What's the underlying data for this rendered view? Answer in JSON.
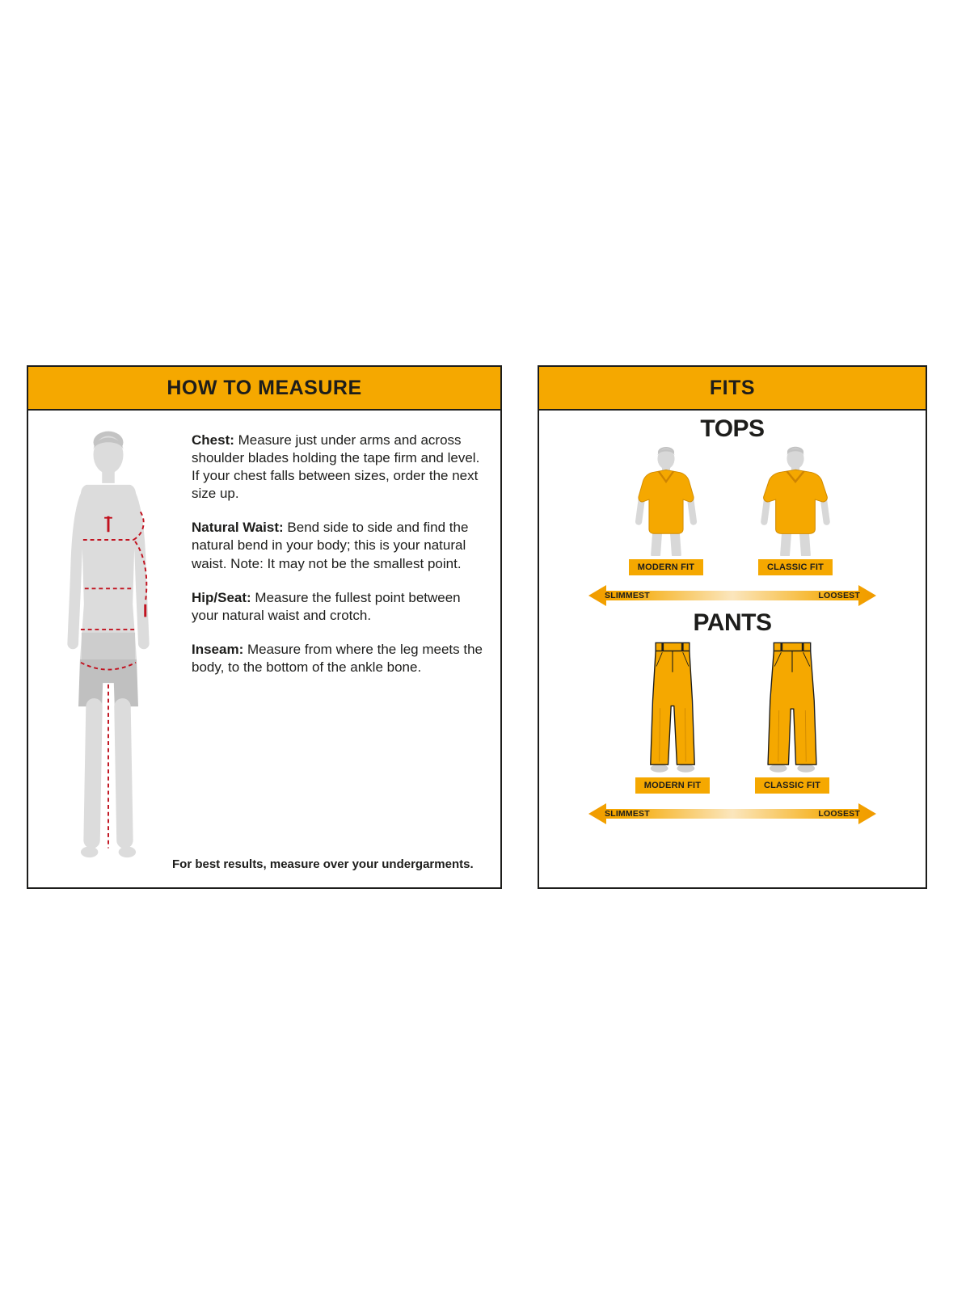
{
  "colors": {
    "accent_gold": "#F5A800",
    "panel_border": "#1d1d1b",
    "figure_gray": "#d8d8d8",
    "figure_gray_dark": "#c0c0c0",
    "measure_line_red": "#c1121f"
  },
  "measure_panel": {
    "title": "HOW TO MEASURE",
    "sections": [
      {
        "label": "Chest:",
        "text": "Measure just under arms and across shoulder blades holding the tape firm and level. If your chest falls between sizes, order the next size up."
      },
      {
        "label": "Natural Waist:",
        "text": "Bend side to side and find the natural bend in your body; this is your natural waist. Note: It may not be the smallest point."
      },
      {
        "label": "Hip/Seat:",
        "text": "Measure the fullest point between your natural waist and crotch."
      },
      {
        "label": "Inseam:",
        "text": "Measure from where the leg meets the body, to the bottom of the ankle bone."
      }
    ],
    "footnote": "For best results, measure over your undergarments."
  },
  "fits_panel": {
    "title": "FITS",
    "tops": {
      "heading": "TOPS",
      "fits": [
        "MODERN FIT",
        "CLASSIC FIT"
      ],
      "scale": {
        "left": "SLIMMEST",
        "right": "LOOSEST"
      }
    },
    "pants": {
      "heading": "PANTS",
      "fits": [
        "MODERN FIT",
        "CLASSIC FIT"
      ],
      "scale": {
        "left": "SLIMMEST",
        "right": "LOOSEST"
      }
    }
  }
}
